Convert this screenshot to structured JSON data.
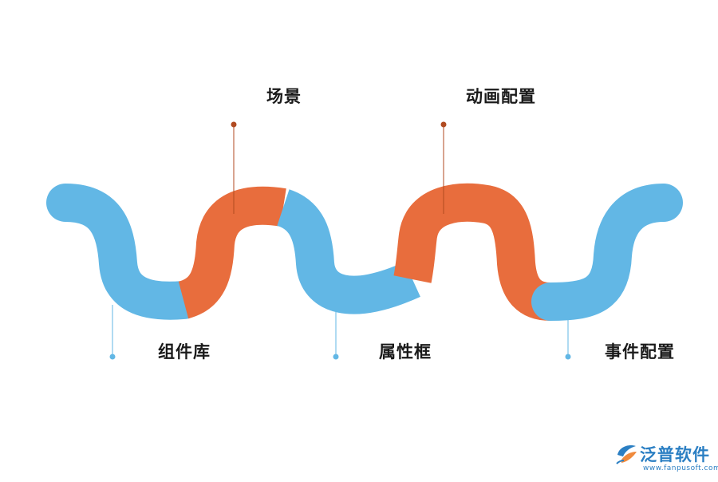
{
  "diagram": {
    "stages": [
      {
        "label": "组件库",
        "color": "#62b7e5"
      },
      {
        "label": "场景",
        "color": "#e86d3d"
      },
      {
        "label": "属性框",
        "color": "#62b7e5"
      },
      {
        "label": "动画配置",
        "color": "#e86d3d"
      },
      {
        "label": "事件配置",
        "color": "#62b7e5"
      }
    ],
    "leader_blue": "#62b7e5",
    "leader_orange": "#b04a20"
  },
  "logo": {
    "name": "泛普软件",
    "url": "www.fanpusoft.com",
    "icon": "fanpu-logo-icon",
    "color": "#2b7fc3"
  }
}
